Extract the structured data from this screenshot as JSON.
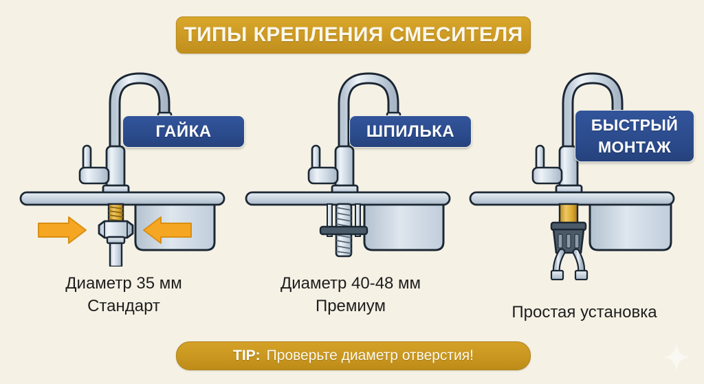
{
  "background_color": "#f5f1e5",
  "header": {
    "title": "ТИПЫ КРЕПЛЕНИЯ СМЕСИТЕЛЯ",
    "banner_color": "#cf9c24",
    "text_color": "#fbf7ea"
  },
  "badge_color": "#2b4b8c",
  "accent_gold": "#d4a128",
  "arrow_color": "#f5a623",
  "metal_color": "#c8d3de",
  "panels": [
    {
      "id": "nut-mount",
      "badge": "ГАЙКА",
      "caption_line1": "Диаметр 35 мм",
      "caption_line2": "Стандарт",
      "has_arrows": true,
      "mount_part": "threaded-shank-with-hex-nut"
    },
    {
      "id": "stud-mount",
      "badge": "ШПИЛЬКА",
      "caption_line1": "Диаметр 40-48 мм",
      "caption_line2": "Премиум",
      "has_arrows": false,
      "mount_part": "threaded-stud-with-crossbar"
    },
    {
      "id": "quick-mount",
      "badge_line1": "БЫСТРЫЙ",
      "badge_line2": "МОНТАЖ",
      "caption_line1": "Простая установка",
      "caption_line2": "",
      "has_arrows": false,
      "mount_part": "quick-connect-collar-with-hoses"
    }
  ],
  "tip": {
    "label": "TIP:",
    "text": "Проверьте диаметр отверстия!"
  },
  "decoration": {
    "sparkle": "sparkle-star"
  }
}
